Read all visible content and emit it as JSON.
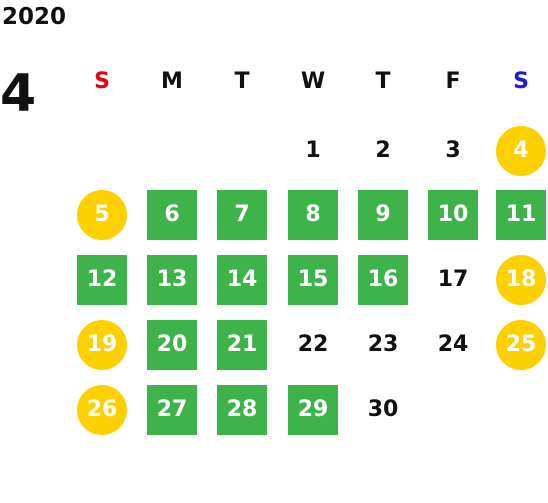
{
  "calendar": {
    "year": "2020",
    "month": "4",
    "weekdays": [
      {
        "label": "S",
        "color": "#e60012"
      },
      {
        "label": "M",
        "color": "#111111"
      },
      {
        "label": "T",
        "color": "#111111"
      },
      {
        "label": "W",
        "color": "#111111"
      },
      {
        "label": "T",
        "color": "#111111"
      },
      {
        "label": "F",
        "color": "#111111"
      },
      {
        "label": "S",
        "color": "#1a1adb"
      }
    ],
    "first_weekday_index": 3,
    "days": [
      {
        "d": "1",
        "type": "plain"
      },
      {
        "d": "2",
        "type": "plain"
      },
      {
        "d": "3",
        "type": "plain"
      },
      {
        "d": "4",
        "type": "yellow"
      },
      {
        "d": "5",
        "type": "yellow"
      },
      {
        "d": "6",
        "type": "green"
      },
      {
        "d": "7",
        "type": "green"
      },
      {
        "d": "8",
        "type": "green"
      },
      {
        "d": "9",
        "type": "green"
      },
      {
        "d": "10",
        "type": "green"
      },
      {
        "d": "11",
        "type": "green"
      },
      {
        "d": "12",
        "type": "green"
      },
      {
        "d": "13",
        "type": "green"
      },
      {
        "d": "14",
        "type": "green"
      },
      {
        "d": "15",
        "type": "green"
      },
      {
        "d": "16",
        "type": "green"
      },
      {
        "d": "17",
        "type": "plain"
      },
      {
        "d": "18",
        "type": "yellow"
      },
      {
        "d": "19",
        "type": "yellow"
      },
      {
        "d": "20",
        "type": "green"
      },
      {
        "d": "21",
        "type": "green"
      },
      {
        "d": "22",
        "type": "plain"
      },
      {
        "d": "23",
        "type": "plain"
      },
      {
        "d": "24",
        "type": "plain"
      },
      {
        "d": "25",
        "type": "yellow"
      },
      {
        "d": "26",
        "type": "yellow"
      },
      {
        "d": "27",
        "type": "green"
      },
      {
        "d": "28",
        "type": "green"
      },
      {
        "d": "29",
        "type": "green"
      },
      {
        "d": "30",
        "type": "plain"
      }
    ],
    "colors": {
      "green": "#3db34a",
      "yellow": "#fdd000"
    }
  }
}
